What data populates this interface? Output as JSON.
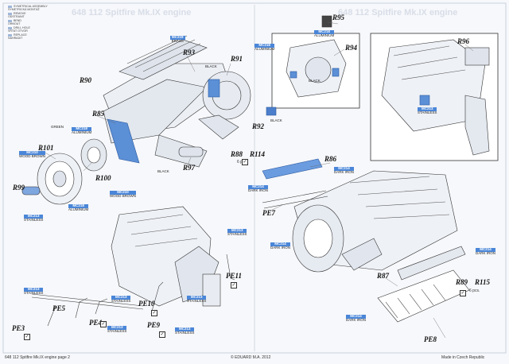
{
  "header": {
    "title_left": "648 112  Spitfire Mk.IX engine",
    "title_right": "648 112  Spitfire Mk.IX engine"
  },
  "legend": [
    "SYMETRICAL ASSEMBLY",
    "SYMETRICKÁ MONTÁŽ",
    "REMOVE",
    "ODSTRANIT",
    "BEND",
    "OHNOUT",
    "DRILL HOLE",
    "VRTAT OTVOR",
    "REPLACE",
    "NAHRADIT"
  ],
  "parts": {
    "r85": "R85",
    "r90": "R90",
    "r91": "R91",
    "r92": "R92",
    "r93": "R93",
    "r94": "R94",
    "r95": "R95",
    "r96": "R96",
    "r97": "R97",
    "r99": "R99",
    "r100": "R100",
    "r101": "R101",
    "r86": "R86",
    "r87": "R87",
    "r88": "R88",
    "r114": "R114",
    "r114_qty": "6 pcs.",
    "r89": "R89",
    "r115": "R115",
    "r115_qty": "6 pcs.",
    "pe3": "PE3",
    "pe4": "PE4",
    "pe5": "PE5",
    "pe7": "PE7",
    "pe8": "PE8",
    "pe9": "PE9",
    "pe10": "PE10",
    "pe11": "PE11"
  },
  "paints": {
    "mc218": "MC218",
    "aluminium": "ALUMINIUM",
    "mc219": "MC219",
    "brass": "BRASS",
    "mc214": "MC214",
    "dark_iron": "DARK IRON",
    "mc213": "MC213",
    "stainless": "STAINLESS",
    "mc210": "MC210",
    "wood_brown": "WOOD BROWN",
    "black": "BLACK",
    "green": "GREEN",
    "mc212": "MC212",
    "copper": "COPPER"
  },
  "footer": {
    "left": "648 112   Spitfire Mk.IX engine     page 2",
    "center": "© EDUARD  M.A. 2012",
    "right": "Made in Czech Republic"
  }
}
